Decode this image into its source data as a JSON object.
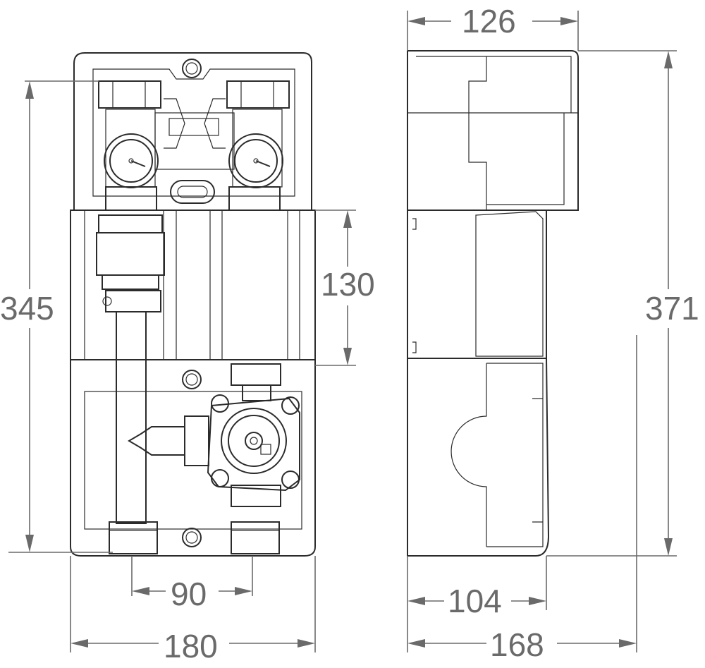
{
  "dimensions": {
    "front_height": "345",
    "front_width": "180",
    "pipe_spacing": "90",
    "mid_height": "130",
    "side_depth_top": "126",
    "side_height": "371",
    "side_depth_mid": "104",
    "side_depth_total": "168"
  },
  "colors": {
    "line": "#2b2b2b",
    "dimension": "#6a6a6a",
    "background": "#ffffff"
  },
  "views": [
    "front-view",
    "side-view"
  ]
}
